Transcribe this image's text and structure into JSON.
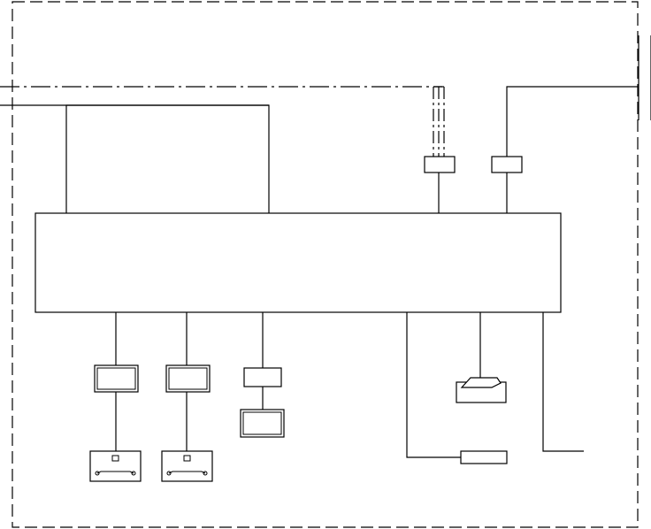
{
  "diagram": {
    "stroke_color": "#000000",
    "background_color": "#ffffff",
    "nodes": [
      {
        "id": "enclosure",
        "kind": "dashed-boundary"
      },
      {
        "id": "main-unit",
        "kind": "rectangle"
      },
      {
        "id": "upper-frame",
        "kind": "rectangle-open-bottom"
      },
      {
        "id": "display-module-1",
        "kind": "double-frame-box"
      },
      {
        "id": "display-module-2",
        "kind": "double-frame-box"
      },
      {
        "id": "display-module-3",
        "kind": "double-frame-box"
      },
      {
        "id": "relay-box",
        "kind": "small-rectangle"
      },
      {
        "id": "socket-1",
        "kind": "socket-symbol"
      },
      {
        "id": "socket-2",
        "kind": "socket-symbol"
      },
      {
        "id": "sensor-block-1",
        "kind": "small-rectangle"
      },
      {
        "id": "sensor-block-2",
        "kind": "small-rectangle"
      },
      {
        "id": "printer-device",
        "kind": "tray-symbol"
      },
      {
        "id": "terminal-bar",
        "kind": "small-rectangle"
      }
    ],
    "links": [
      {
        "from": "main-unit",
        "to": "display-module-1"
      },
      {
        "from": "display-module-1",
        "to": "socket-1"
      },
      {
        "from": "main-unit",
        "to": "display-module-2"
      },
      {
        "from": "display-module-2",
        "to": "socket-2"
      },
      {
        "from": "main-unit",
        "to": "relay-box"
      },
      {
        "from": "relay-box",
        "to": "display-module-3"
      },
      {
        "from": "main-unit",
        "to": "printer-device"
      },
      {
        "from": "main-unit",
        "to": "terminal-bar"
      },
      {
        "from": "main-unit",
        "to": "sensor-block-1"
      },
      {
        "from": "main-unit",
        "to": "sensor-block-2"
      },
      {
        "from": "main-unit",
        "to": "upper-frame"
      }
    ]
  }
}
